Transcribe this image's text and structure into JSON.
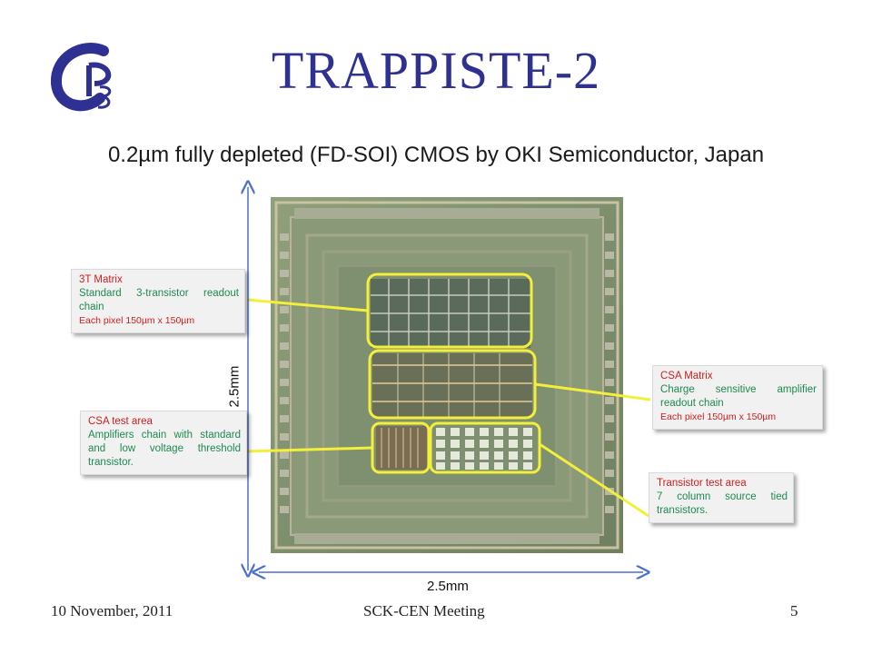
{
  "slide": {
    "title": "TRAPPISTE-2",
    "subtitle": "0.2µm fully depleted (FD-SOI) CMOS by OKI Semiconductor, Japan",
    "logo_icon": "cp3-logo",
    "dimension_vertical": "2.5mm",
    "dimension_horizontal": "2.5mm"
  },
  "callouts": {
    "matrix_3t": {
      "head": "3T Matrix",
      "body": "Standard 3-transistor readout chain",
      "detail": "Each pixel 150µm x 150µm"
    },
    "csa_test": {
      "head": "CSA test area",
      "body": "Amplifiers chain with standard and low voltage threshold transistor."
    },
    "csa_matrix": {
      "head": "CSA Matrix",
      "body": "Charge sensitive amplifier readout chain",
      "detail": "Each pixel 150µm x 150µm"
    },
    "transistor_test": {
      "head": "Transistor test area",
      "body": "7 column source tied transistors."
    }
  },
  "footer": {
    "date": "10 November, 2011",
    "meeting": "SCK-CEN Meeting",
    "page": "5"
  },
  "colors": {
    "title": "#2E3192",
    "callout_head": "#cc1f1f",
    "callout_body": "#1e8a4f",
    "highlight": "#f3ef3a",
    "arrow": "#4a6fcf"
  }
}
